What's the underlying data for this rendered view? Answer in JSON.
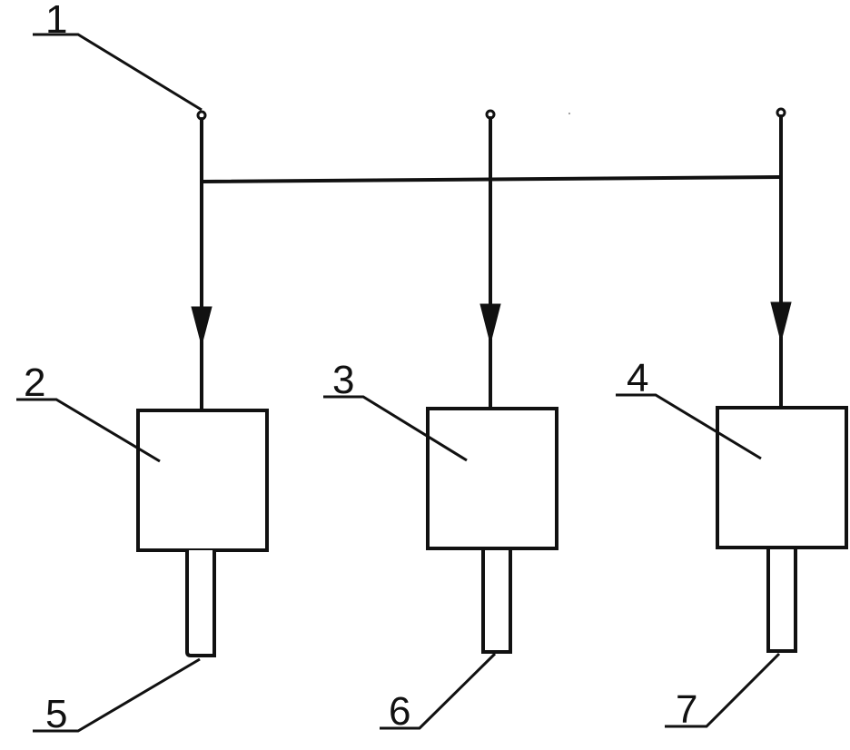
{
  "labels": {
    "l1": "1",
    "l2": "2",
    "l3": "3",
    "l4": "4",
    "l5": "5",
    "l6": "6",
    "l7": "7"
  },
  "colors": {
    "stroke": "#111111",
    "background": "#ffffff"
  }
}
